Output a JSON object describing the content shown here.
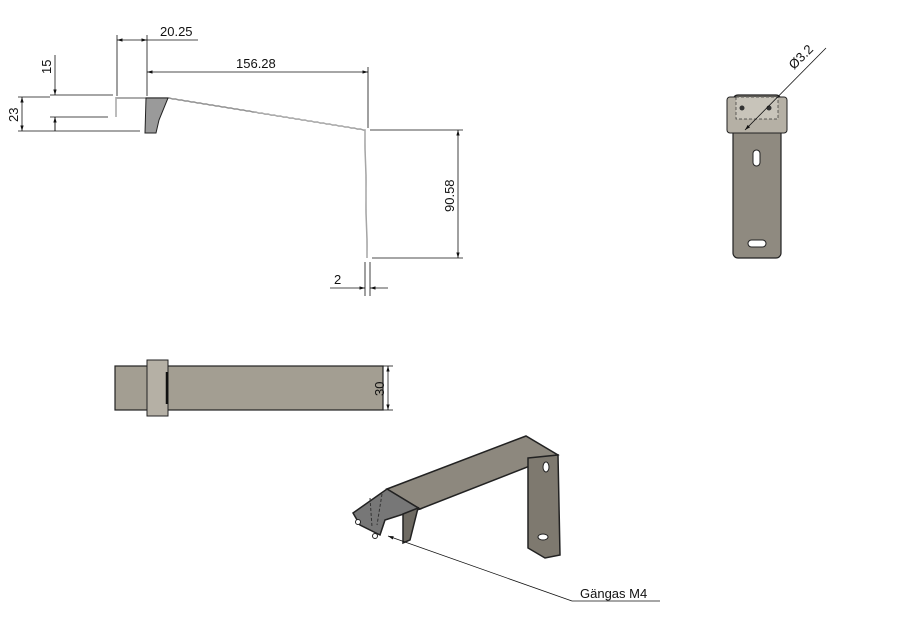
{
  "side_view": {
    "dim_flange_offset": "20.25",
    "dim_hook_depth": "15",
    "dim_total_height_small": "23",
    "dim_span": "156.28",
    "dim_drop": "90.58",
    "dim_thickness": "2"
  },
  "end_view": {
    "dim_hole": "Ø3.2"
  },
  "top_view": {
    "dim_width": "30"
  },
  "iso_view": {
    "callout": "Gängas M4"
  },
  "colors": {
    "metal": "#8f8a80",
    "metal_light": "#b5b0a5",
    "line": "#111111"
  }
}
